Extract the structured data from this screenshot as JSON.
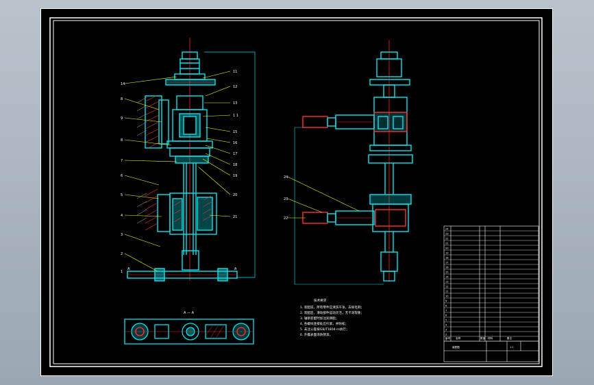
{
  "drawing": {
    "background": "#000000",
    "frame_color": "#ffffff",
    "part_color": "#00e5ee",
    "leader_color": "#ffff00",
    "center_line_color": "#ff2020",
    "hatch_color": "#ff3030",
    "section_label": "A — A",
    "section_marks": [
      "A",
      "A"
    ],
    "notes_title": "技术要求",
    "notes": [
      "1. 装配前，所有零件应清洗干净，去除毛刺；",
      "2. 装配后，滑动部件运动灵活，无卡滞现象；",
      "3. 轴承装配时加注润滑脂；",
      "4. 各螺纹连接处应拧紧，并防松；",
      "5. 未注公差按GB/T1804-m执行；",
      "6. 外露表面涂防锈漆。"
    ],
    "balloons_left": [
      "14",
      "8",
      "9",
      "8",
      "7",
      "6",
      "5",
      "4",
      "3",
      "2",
      "1"
    ],
    "balloons_right": [
      "11",
      "12",
      "13",
      "1 1",
      "15",
      "16",
      "17",
      "18",
      "19",
      "20",
      "21"
    ],
    "balloons_side": [
      "24",
      "23",
      "22"
    ],
    "title_block": {
      "rows": [
        "24",
        "23",
        "22",
        "21",
        "20",
        "19",
        "18",
        "17",
        "16",
        "15",
        "14",
        "13",
        "12",
        "11",
        "10",
        "9",
        "8",
        "7",
        "6",
        "5",
        "4",
        "3",
        "2",
        "1"
      ],
      "header": [
        "序号",
        "名称",
        "数量",
        "材料",
        "备注"
      ],
      "drawing_name": "装配图",
      "scale": "1:1"
    }
  }
}
